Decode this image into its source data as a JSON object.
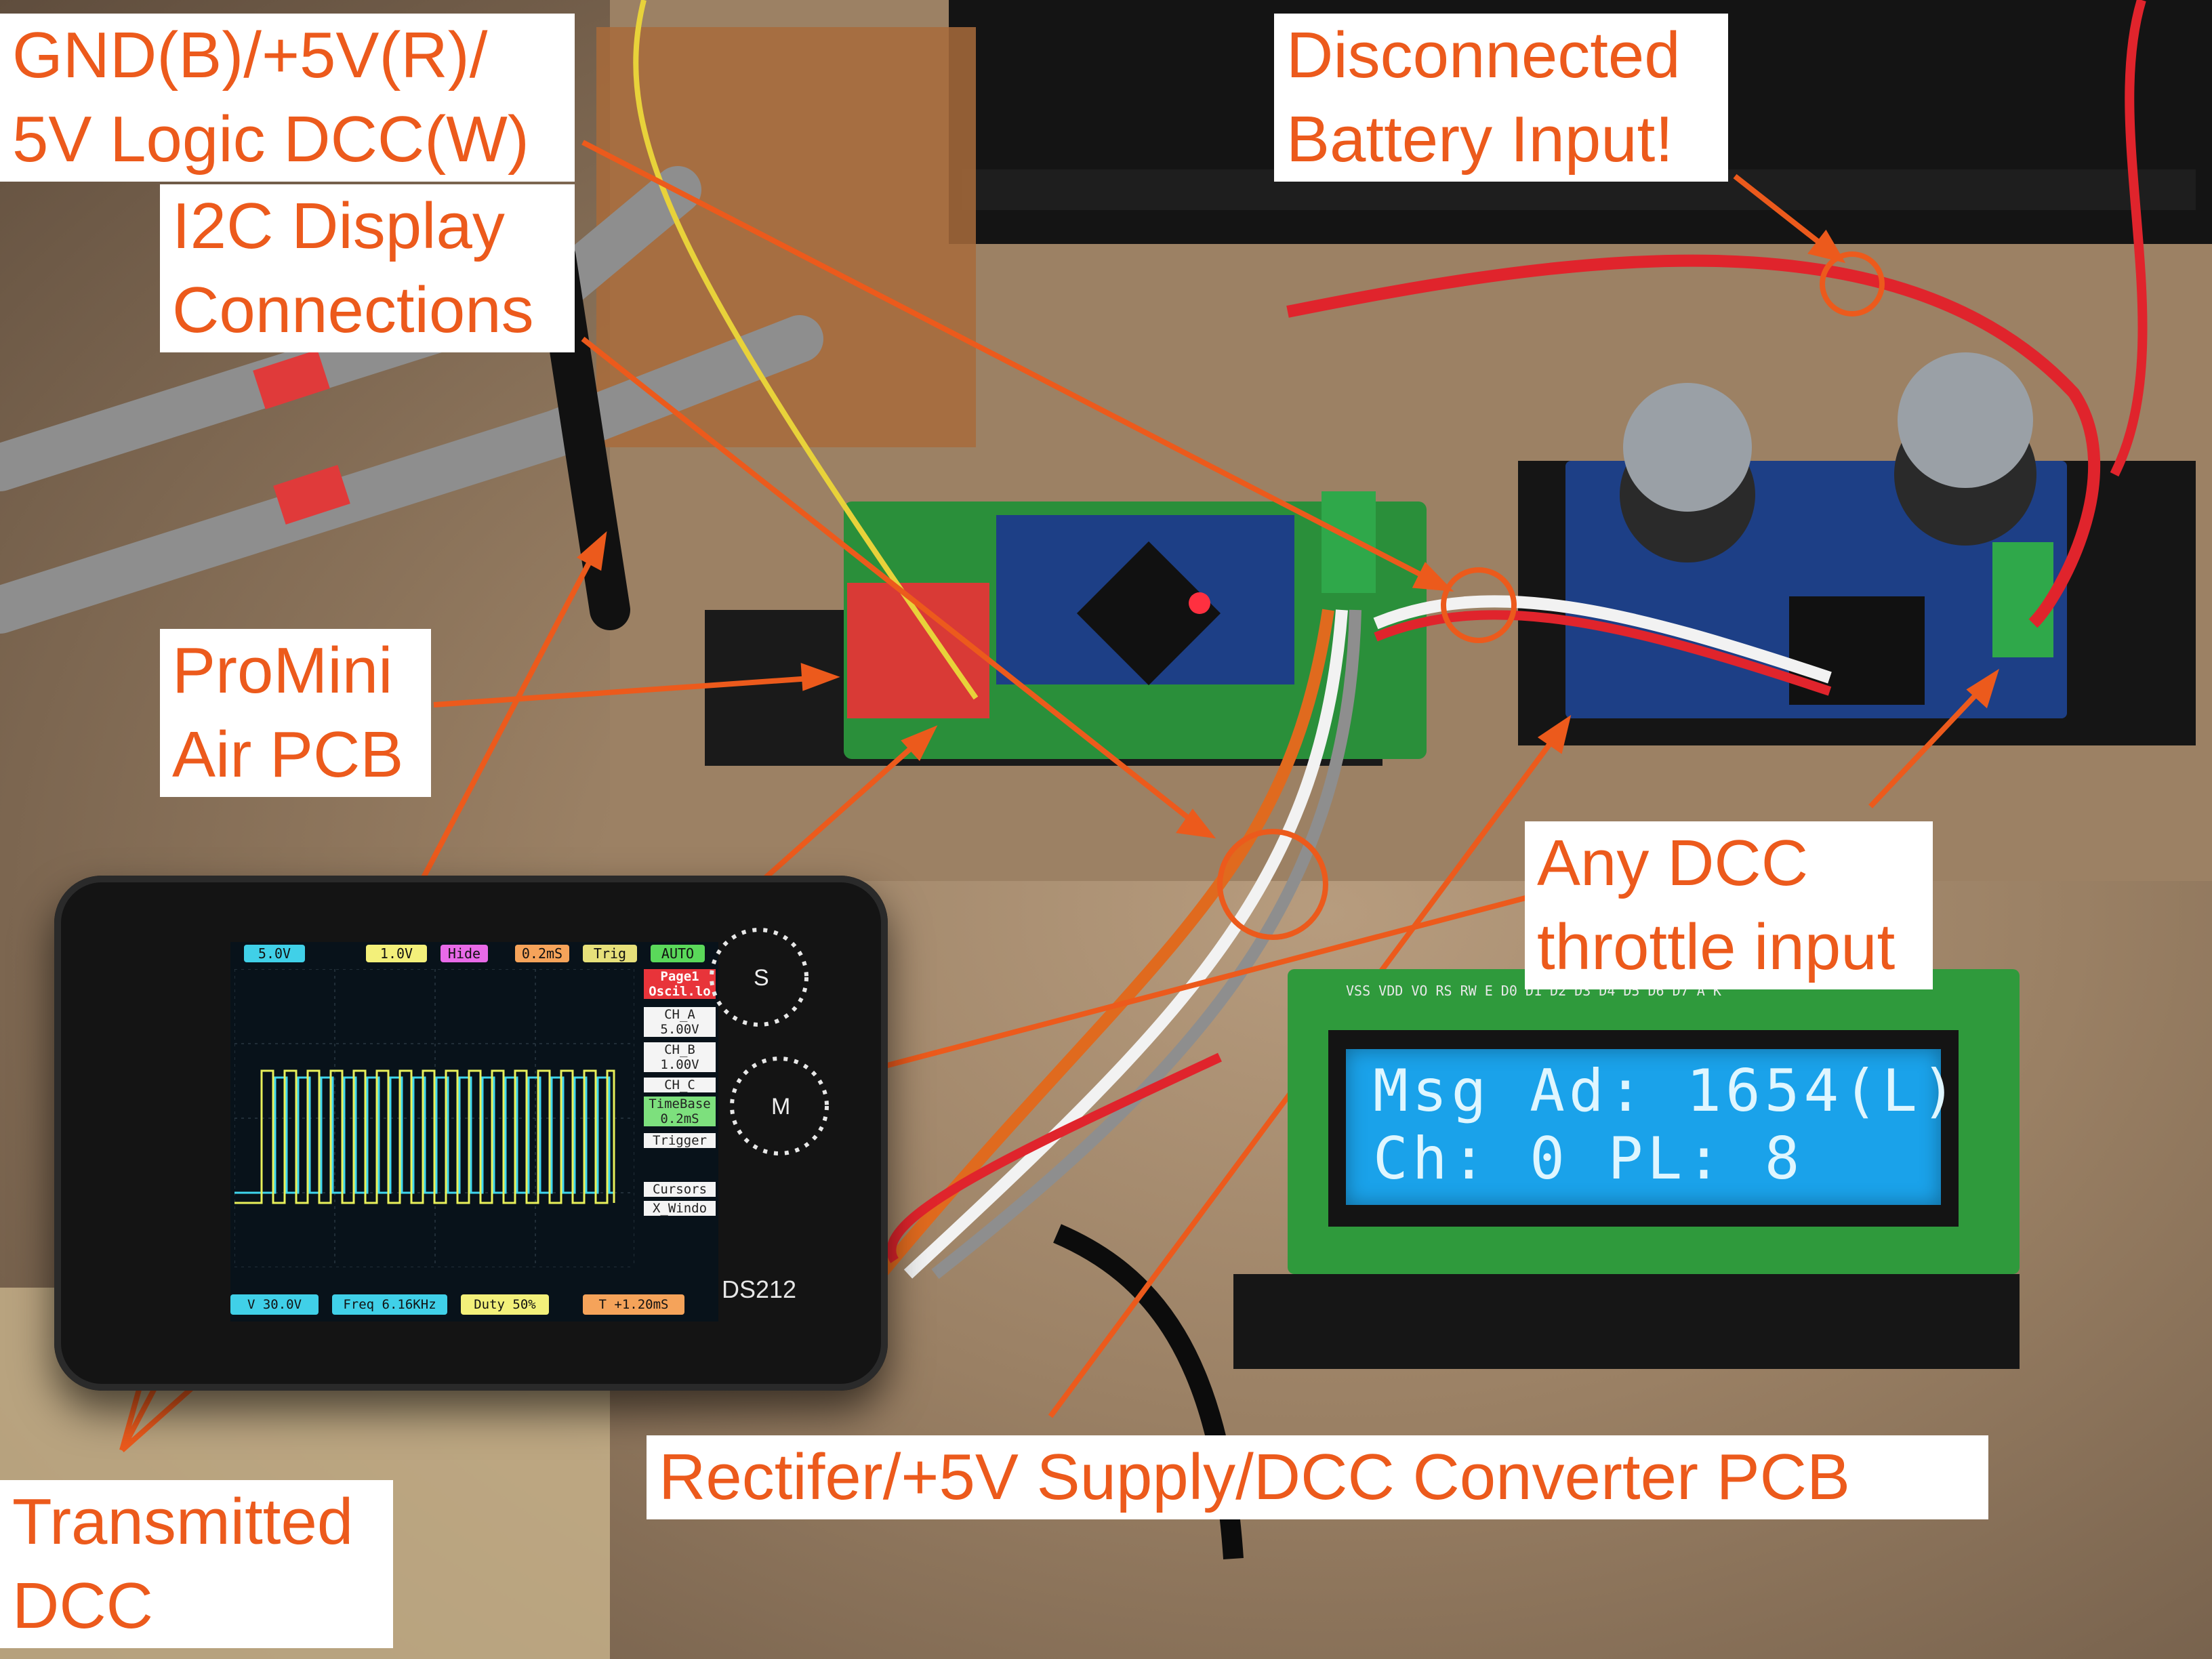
{
  "annotations": {
    "wiring": "GND(B)/+5V(R)/\n5V Logic DCC(W)",
    "wiring_line1": "GND(B)/+5V(R)/",
    "wiring_line2": "5V Logic DCC(W)",
    "i2c_line1": "I2C Display",
    "i2c_line2": "Connections",
    "battery_line1": "Disconnected",
    "battery_line2": "Battery Input!",
    "promini_line1": "ProMini",
    "promini_line2": "Air PCB",
    "throttle_line1": "Any DCC",
    "throttle_line2": "throttle input",
    "rectifier": "Rectifer/+5V Supply/DCC Converter PCB",
    "transmitted_line1": "Transmitted",
    "transmitted_line2": "DCC"
  },
  "lcd": {
    "line1": "Msg Ad: 1654(L)",
    "line2": "Ch: 0 PL: 8",
    "pin_labels": "VSS VDD VO RS RW E  D0 D1 D2 D3 D4 D5 D6 D7 A  K"
  },
  "oscilloscope": {
    "model": "DS212",
    "top_bar": [
      "5.0V",
      "1.0V",
      "Hide",
      "0.2mS",
      "Trig",
      "AUTO"
    ],
    "side_panel": {
      "page": "Page1",
      "page_sub": "Oscil.lo",
      "ch_a": "CH_A",
      "ch_a_val": "5.00V",
      "ch_b": "CH_B",
      "ch_b_val": "1.00V",
      "ch_c": "CH_C",
      "timebase": "TimeBase",
      "timebase_val": "0.2mS",
      "trigger": "Trigger",
      "cursors": "Cursors",
      "window": "X_Windo"
    },
    "bottom_bar": [
      "V 30.0V",
      "Freq 6.16KHz",
      "Duty 50%",
      "T +1.20mS"
    ],
    "button_s": "S",
    "button_m": "M"
  },
  "colors": {
    "annotation_orange": "#ec5a1c",
    "lcd_blue": "#1aa2ea",
    "pcb_green": "#2f9a3c",
    "pcb_blue": "#1d3f86",
    "wire_red": "#e0242c"
  }
}
